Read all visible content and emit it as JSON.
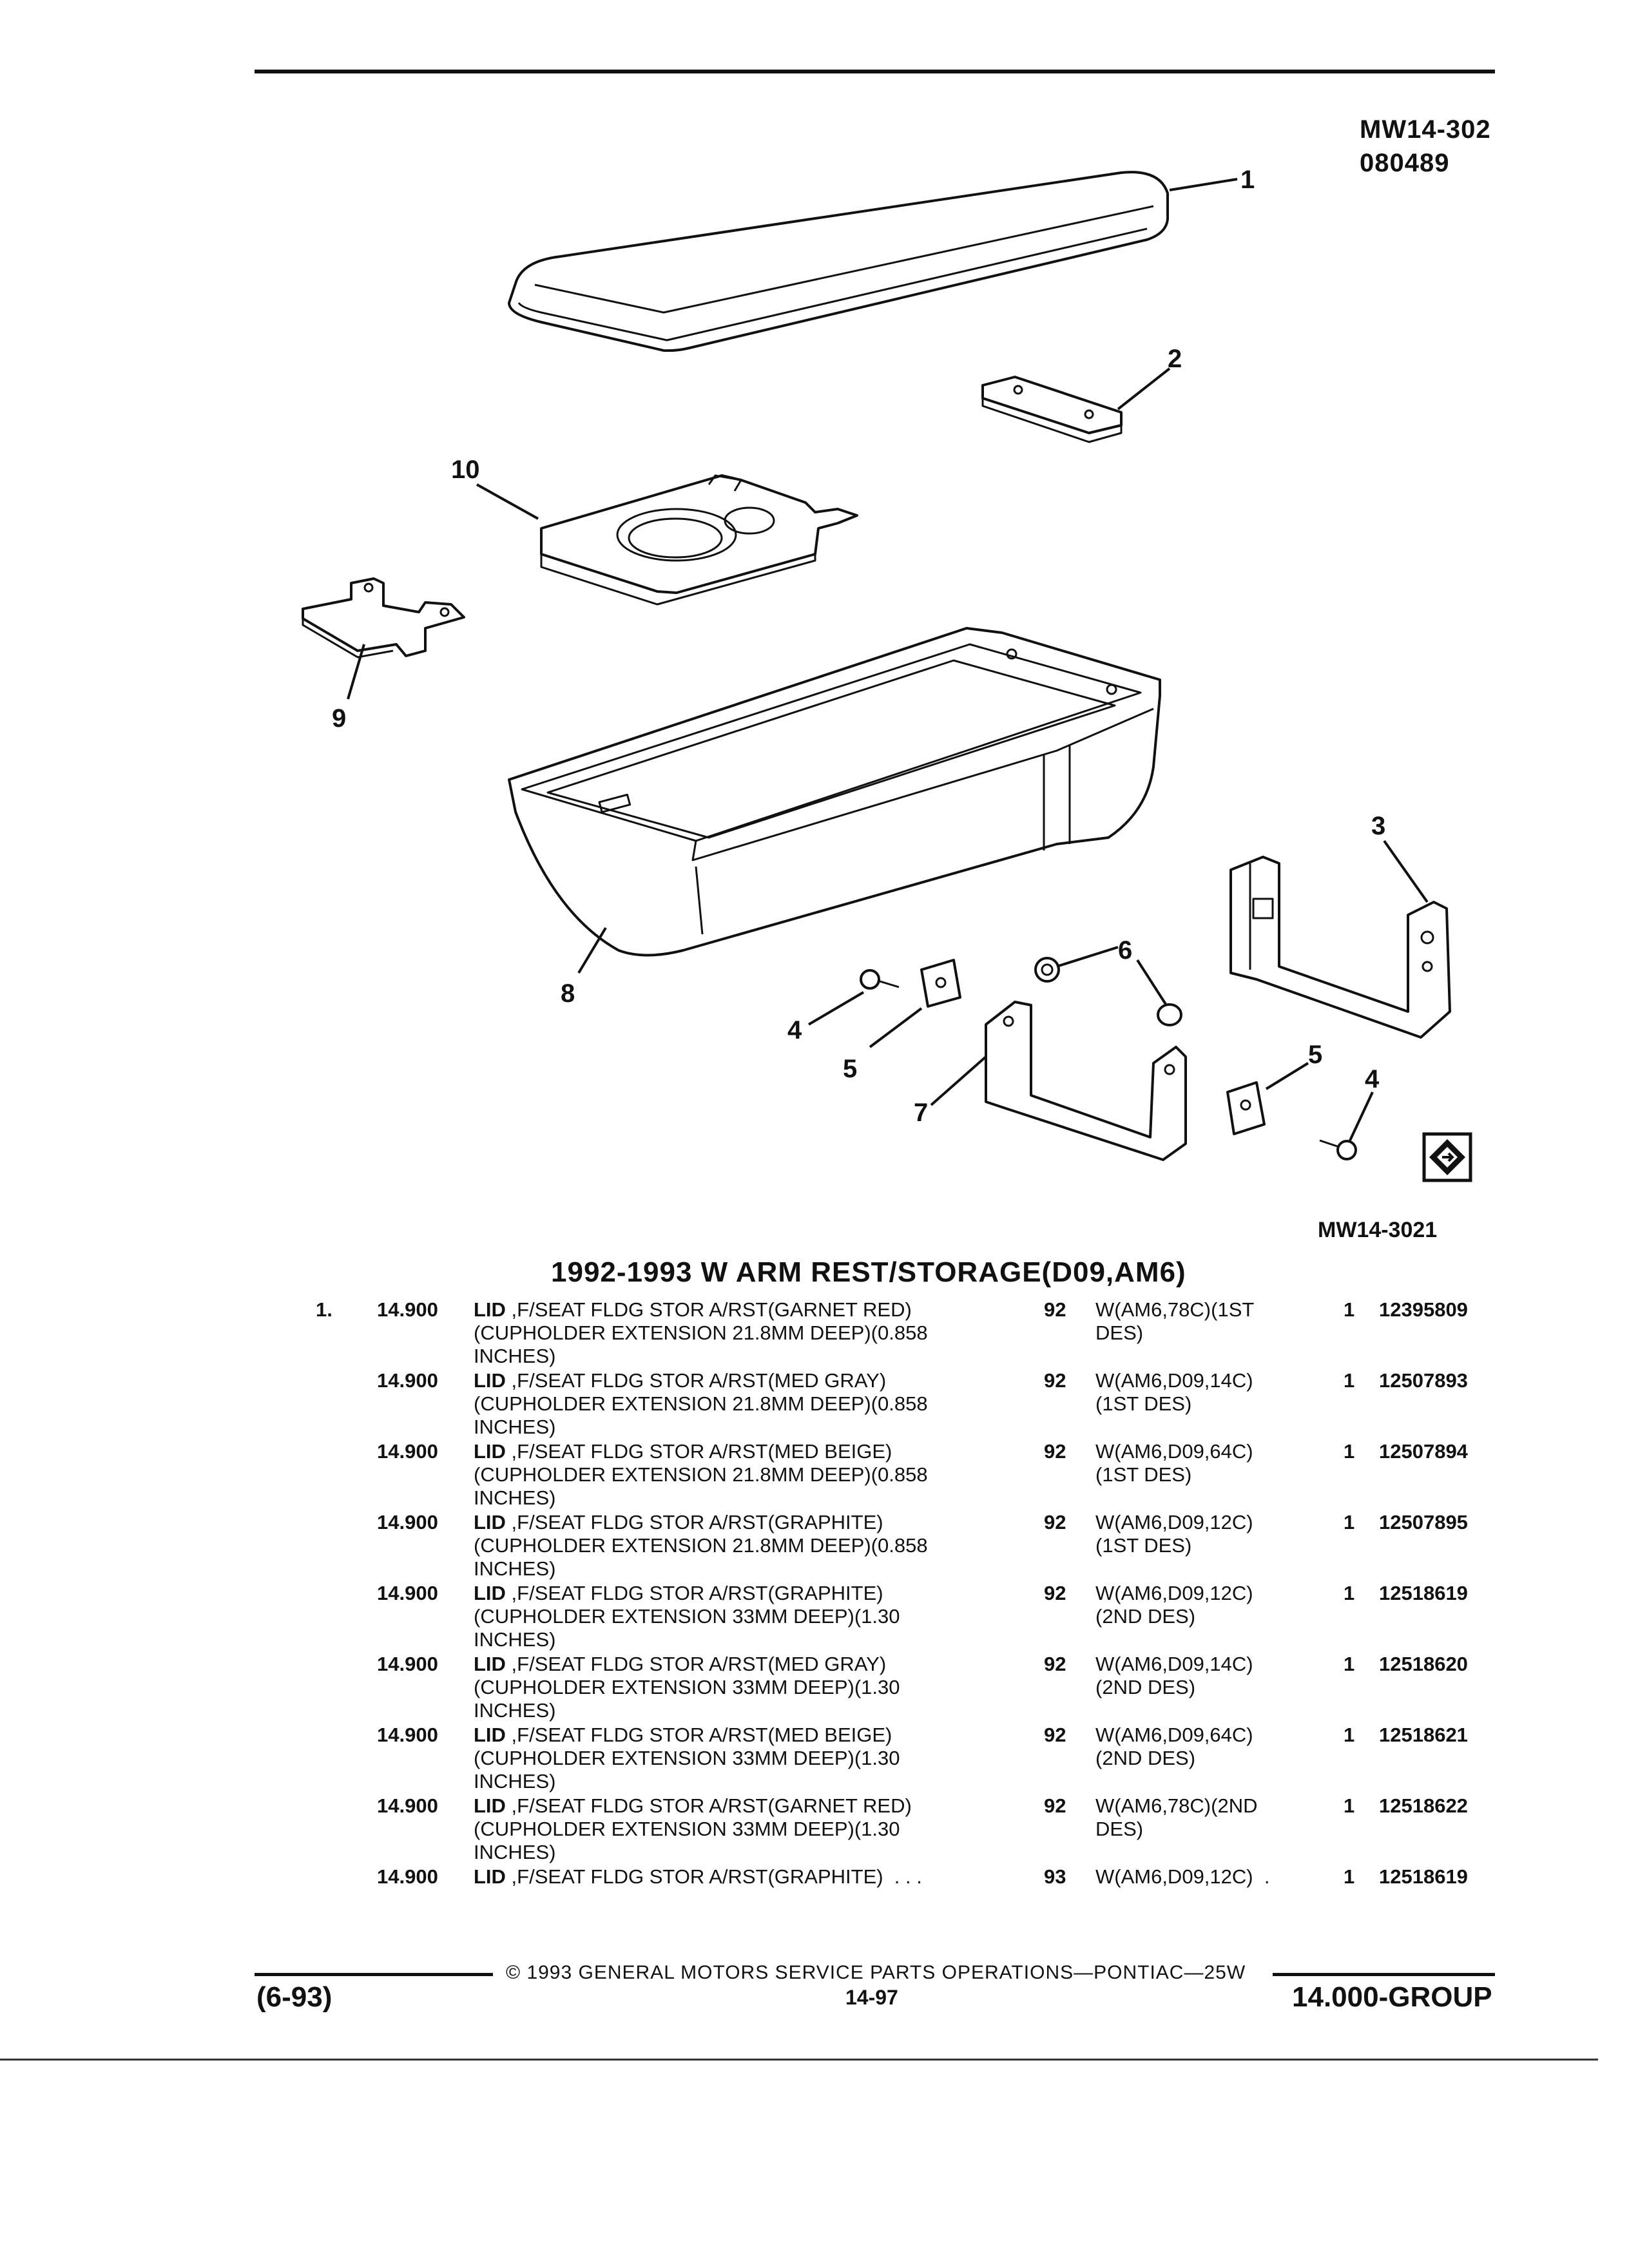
{
  "header": {
    "ref_line1": "MW14-302",
    "ref_line2": "080489"
  },
  "diagram": {
    "figure_code": "MW14-3021",
    "callouts": [
      "1",
      "2",
      "3",
      "4",
      "4",
      "5",
      "5",
      "6",
      "7",
      "8",
      "9",
      "10"
    ],
    "corner_icon": "diamond-arrow-icon"
  },
  "section": {
    "title": "1992-1993 W ARM REST/STORAGE(D09,AM6)"
  },
  "parts": [
    {
      "item": "1.",
      "code": "14.900",
      "name": "LID",
      "desc": " ,F/SEAT FLDG STOR A/RST(GARNET RED)\n(CUPHOLDER EXTENSION 21.8MM DEEP)(0.858\nINCHES)",
      "year": "92",
      "usage": "W(AM6,78C)(1ST\nDES)",
      "qty": "1",
      "part_no": "12395809"
    },
    {
      "item": "",
      "code": "14.900",
      "name": "LID",
      "desc": " ,F/SEAT FLDG STOR A/RST(MED GRAY)\n(CUPHOLDER EXTENSION 21.8MM DEEP)(0.858\nINCHES)",
      "year": "92",
      "usage": "W(AM6,D09,14C)\n(1ST DES)",
      "qty": "1",
      "part_no": "12507893"
    },
    {
      "item": "",
      "code": "14.900",
      "name": "LID",
      "desc": " ,F/SEAT FLDG STOR A/RST(MED BEIGE)\n(CUPHOLDER EXTENSION 21.8MM DEEP)(0.858\nINCHES)",
      "year": "92",
      "usage": "W(AM6,D09,64C)\n(1ST DES)",
      "qty": "1",
      "part_no": "12507894"
    },
    {
      "item": "",
      "code": "14.900",
      "name": "LID",
      "desc": " ,F/SEAT FLDG STOR A/RST(GRAPHITE)\n(CUPHOLDER EXTENSION 21.8MM DEEP)(0.858\nINCHES)",
      "year": "92",
      "usage": "W(AM6,D09,12C)\n(1ST DES)",
      "qty": "1",
      "part_no": "12507895"
    },
    {
      "item": "",
      "code": "14.900",
      "name": "LID",
      "desc": " ,F/SEAT FLDG STOR A/RST(GRAPHITE)\n(CUPHOLDER EXTENSION 33MM DEEP)(1.30\nINCHES)",
      "year": "92",
      "usage": "W(AM6,D09,12C)\n(2ND DES)",
      "qty": "1",
      "part_no": "12518619"
    },
    {
      "item": "",
      "code": "14.900",
      "name": "LID",
      "desc": " ,F/SEAT FLDG STOR A/RST(MED GRAY)\n(CUPHOLDER EXTENSION 33MM DEEP)(1.30\nINCHES)",
      "year": "92",
      "usage": "W(AM6,D09,14C)\n(2ND DES)",
      "qty": "1",
      "part_no": "12518620"
    },
    {
      "item": "",
      "code": "14.900",
      "name": "LID",
      "desc": " ,F/SEAT FLDG STOR A/RST(MED BEIGE)\n(CUPHOLDER EXTENSION 33MM DEEP)(1.30\nINCHES)",
      "year": "92",
      "usage": "W(AM6,D09,64C)\n(2ND DES)",
      "qty": "1",
      "part_no": "12518621"
    },
    {
      "item": "",
      "code": "14.900",
      "name": "LID",
      "desc": " ,F/SEAT FLDG STOR A/RST(GARNET RED)\n(CUPHOLDER EXTENSION 33MM DEEP)(1.30\nINCHES)",
      "year": "92",
      "usage": "W(AM6,78C)(2ND\nDES)",
      "qty": "1",
      "part_no": "12518622"
    },
    {
      "item": "",
      "code": "14.900",
      "name": "LID",
      "desc": " ,F/SEAT FLDG STOR A/RST(GRAPHITE)  . . .",
      "year": "93",
      "usage": "W(AM6,D09,12C)  .",
      "qty": "1",
      "part_no": "12518619"
    }
  ],
  "footer": {
    "left": "(6-93)",
    "copyright": "© 1993  GENERAL MOTORS SERVICE PARTS OPERATIONS—PONTIAC—25W",
    "page": "14-97",
    "group": "14.000-GROUP"
  }
}
